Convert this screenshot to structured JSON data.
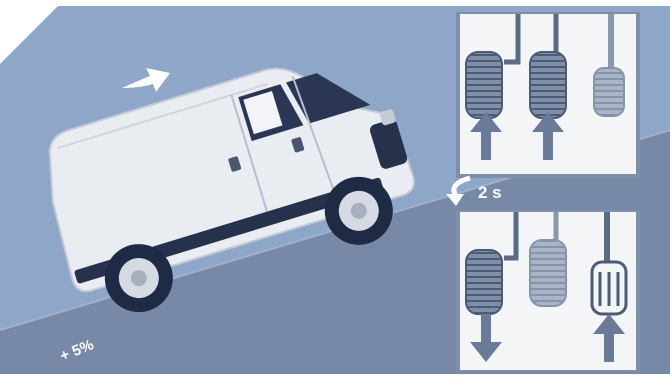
{
  "labels": {
    "time": "2 s",
    "grade": "+ 5%"
  },
  "colors": {
    "background_upper": "#8ea6c8",
    "background_lower": "#7889a8",
    "panel": "#f4f5f7",
    "pedal_dark": "#5b6b86",
    "pedal_light": "#8a97ad",
    "arrow": "#6a7a99",
    "van_body": "#e9ecf1",
    "van_shadow": "#b8c0cd",
    "tyre": "#1f2a44"
  },
  "icons": {
    "motion": "motion-arrow-icon",
    "timer_return": "curved-return-arrow-icon",
    "pedal": "pedal-icon",
    "push": "up-arrow-icon",
    "release": "down-arrow-icon"
  },
  "steps": [
    {
      "pedals": [
        {
          "name": "clutch",
          "state": "pressed"
        },
        {
          "name": "brake",
          "state": "pressed"
        },
        {
          "name": "accelerator",
          "state": "released"
        }
      ]
    },
    {
      "pedals": [
        {
          "name": "clutch",
          "state": "releasing"
        },
        {
          "name": "brake",
          "state": "released"
        },
        {
          "name": "accelerator",
          "state": "pressed"
        }
      ]
    }
  ]
}
